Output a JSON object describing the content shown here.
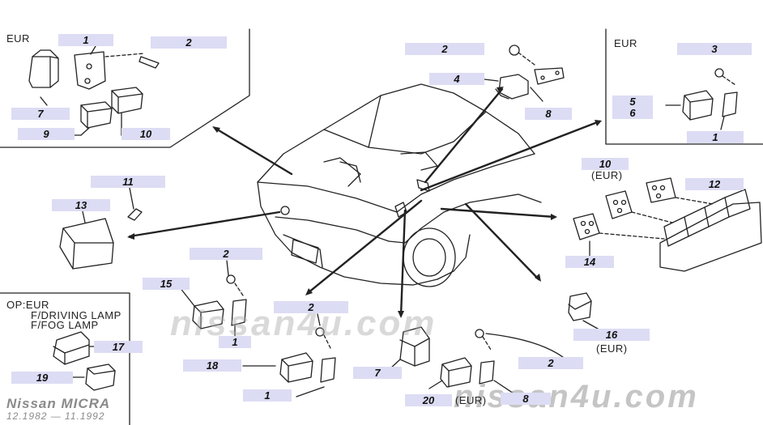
{
  "diagram": {
    "region_labels": {
      "eur_top_left": "EUR",
      "eur_top_right": "EUR",
      "option_line1": "OP:EUR",
      "option_line2": "F/DRIVING LAMP",
      "option_line3": "F/FOG LAMP"
    },
    "notes": {
      "eur_10": "(EUR)",
      "eur_16": "(EUR)",
      "eur_20": "(EUR)"
    },
    "callouts": {
      "c1_tl": "1",
      "c2_tl": "2",
      "c7_tl": "7",
      "c9_tl": "9",
      "c10_tl": "10",
      "c2_tc": "2",
      "c4_tc": "4",
      "c8_tc": "8",
      "c3_tr": "3",
      "c56_tr_a": "5",
      "c56_tr_b": "6",
      "c1_tr": "1",
      "c11": "11",
      "c13": "13",
      "c10_r": "10",
      "c12_r": "12",
      "c14_r": "14",
      "c2_cl": "2",
      "c15": "15",
      "c1_cl": "1",
      "c2_cc": "2",
      "c18": "18",
      "c1_cc": "1",
      "c7_cc": "7",
      "c17": "17",
      "c19": "19",
      "c2_br": "2",
      "c20": "20",
      "c8_br": "8",
      "c16": "16"
    },
    "watermarks": {
      "center": "nissan4u.com",
      "bottom_right": "nissan4u.com"
    },
    "footer": {
      "brand": "Nissan MICRA",
      "dates": "12.1982 — 11.1992"
    }
  }
}
